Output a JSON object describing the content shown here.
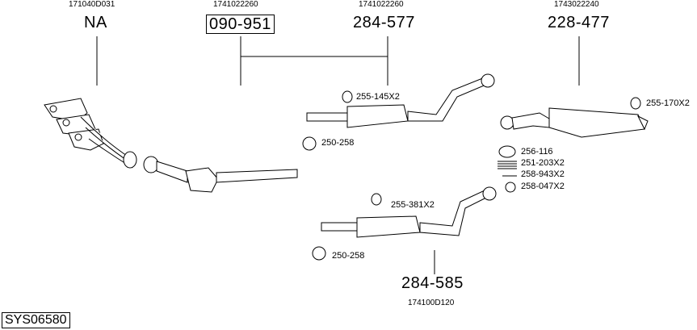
{
  "groups": [
    {
      "oem": "171040D031",
      "part": "NA"
    },
    {
      "oem": "1741022260",
      "part": "090-951"
    },
    {
      "oem": "1741022260",
      "part": "284-577"
    },
    {
      "oem": "1743022240",
      "part": "228-477"
    },
    {
      "oem": "174100D120",
      "part": "284-585"
    }
  ],
  "accessories": [
    "255-145X2",
    "250-258",
    "255-170X2",
    "256-116",
    "251-203X2",
    "258-943X2",
    "258-047X2",
    "255-381X2",
    "250-258"
  ],
  "system_code": "SYS06580"
}
